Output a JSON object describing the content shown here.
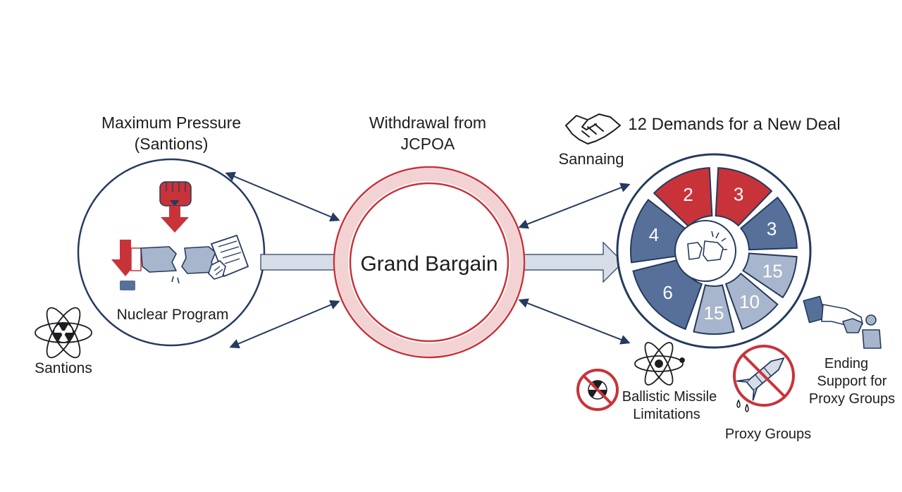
{
  "left_title_line1": "Maximum Pressure",
  "left_title_line2": "(Santions)",
  "left_circle_label": "Nuclear Program",
  "sanctions_label": "Santions",
  "center_title_line1": "Withdrawal from",
  "center_title_line2": "JCPOA",
  "center_label": "Grand Bargain",
  "handshake_label": "Sannaing",
  "right_title": "12 Demands for a New Deal",
  "wheel_segments": [
    "2",
    "3",
    "3",
    "15",
    "10",
    "15",
    "6",
    "4"
  ],
  "ballistic_label_line1": "Ballistic Missile",
  "ballistic_label_line2": "Limitations",
  "proxy_label": "Proxy Groups",
  "ending_label_line1": "Ending",
  "ending_label_line2": "Support for",
  "ending_label_line3": "Proxy Groups",
  "colors": {
    "navy": "#253a5e",
    "red": "#c8333a",
    "steel": "#56709a",
    "light_steel": "#a7b6cc",
    "arrow_fill": "#d6dde7"
  },
  "icons": [
    "fist-icon",
    "down-arrow-icon",
    "broken-chain-icon",
    "document-icon",
    "atom-radiation-icon",
    "handshake-icon",
    "no-nuclear-icon",
    "atom-icon",
    "no-missile-icon",
    "hand-giving-icon"
  ]
}
